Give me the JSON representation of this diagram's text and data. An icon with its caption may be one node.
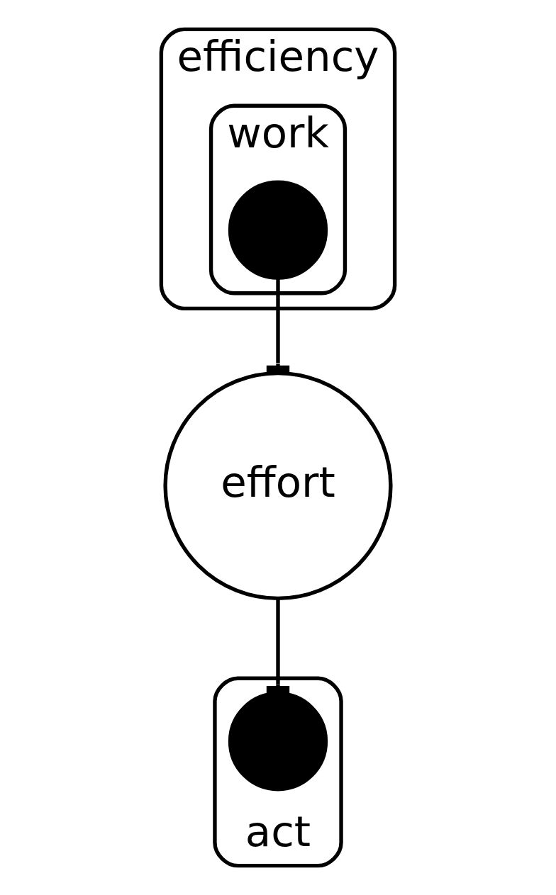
{
  "diagram": {
    "nodes": [
      {
        "text": [
          "efficiency"
        ]
      },
      {
        "text": [
          "work"
        ],
        "in": 0
      },
      {
        "text": [],
        "shape": "circle",
        "in": 1
      },
      {
        "text": [
          "effort"
        ]
      },
      {
        "text": [
          "act"
        ]
      },
      {
        "text": [],
        "shape": "circle",
        "in": 4
      }
    ],
    "edges": [
      {
        "from": 2,
        "to": 3,
        "arrow": "other"
      },
      {
        "from": 3,
        "to": 5,
        "arrow": "other"
      }
    ]
  }
}
